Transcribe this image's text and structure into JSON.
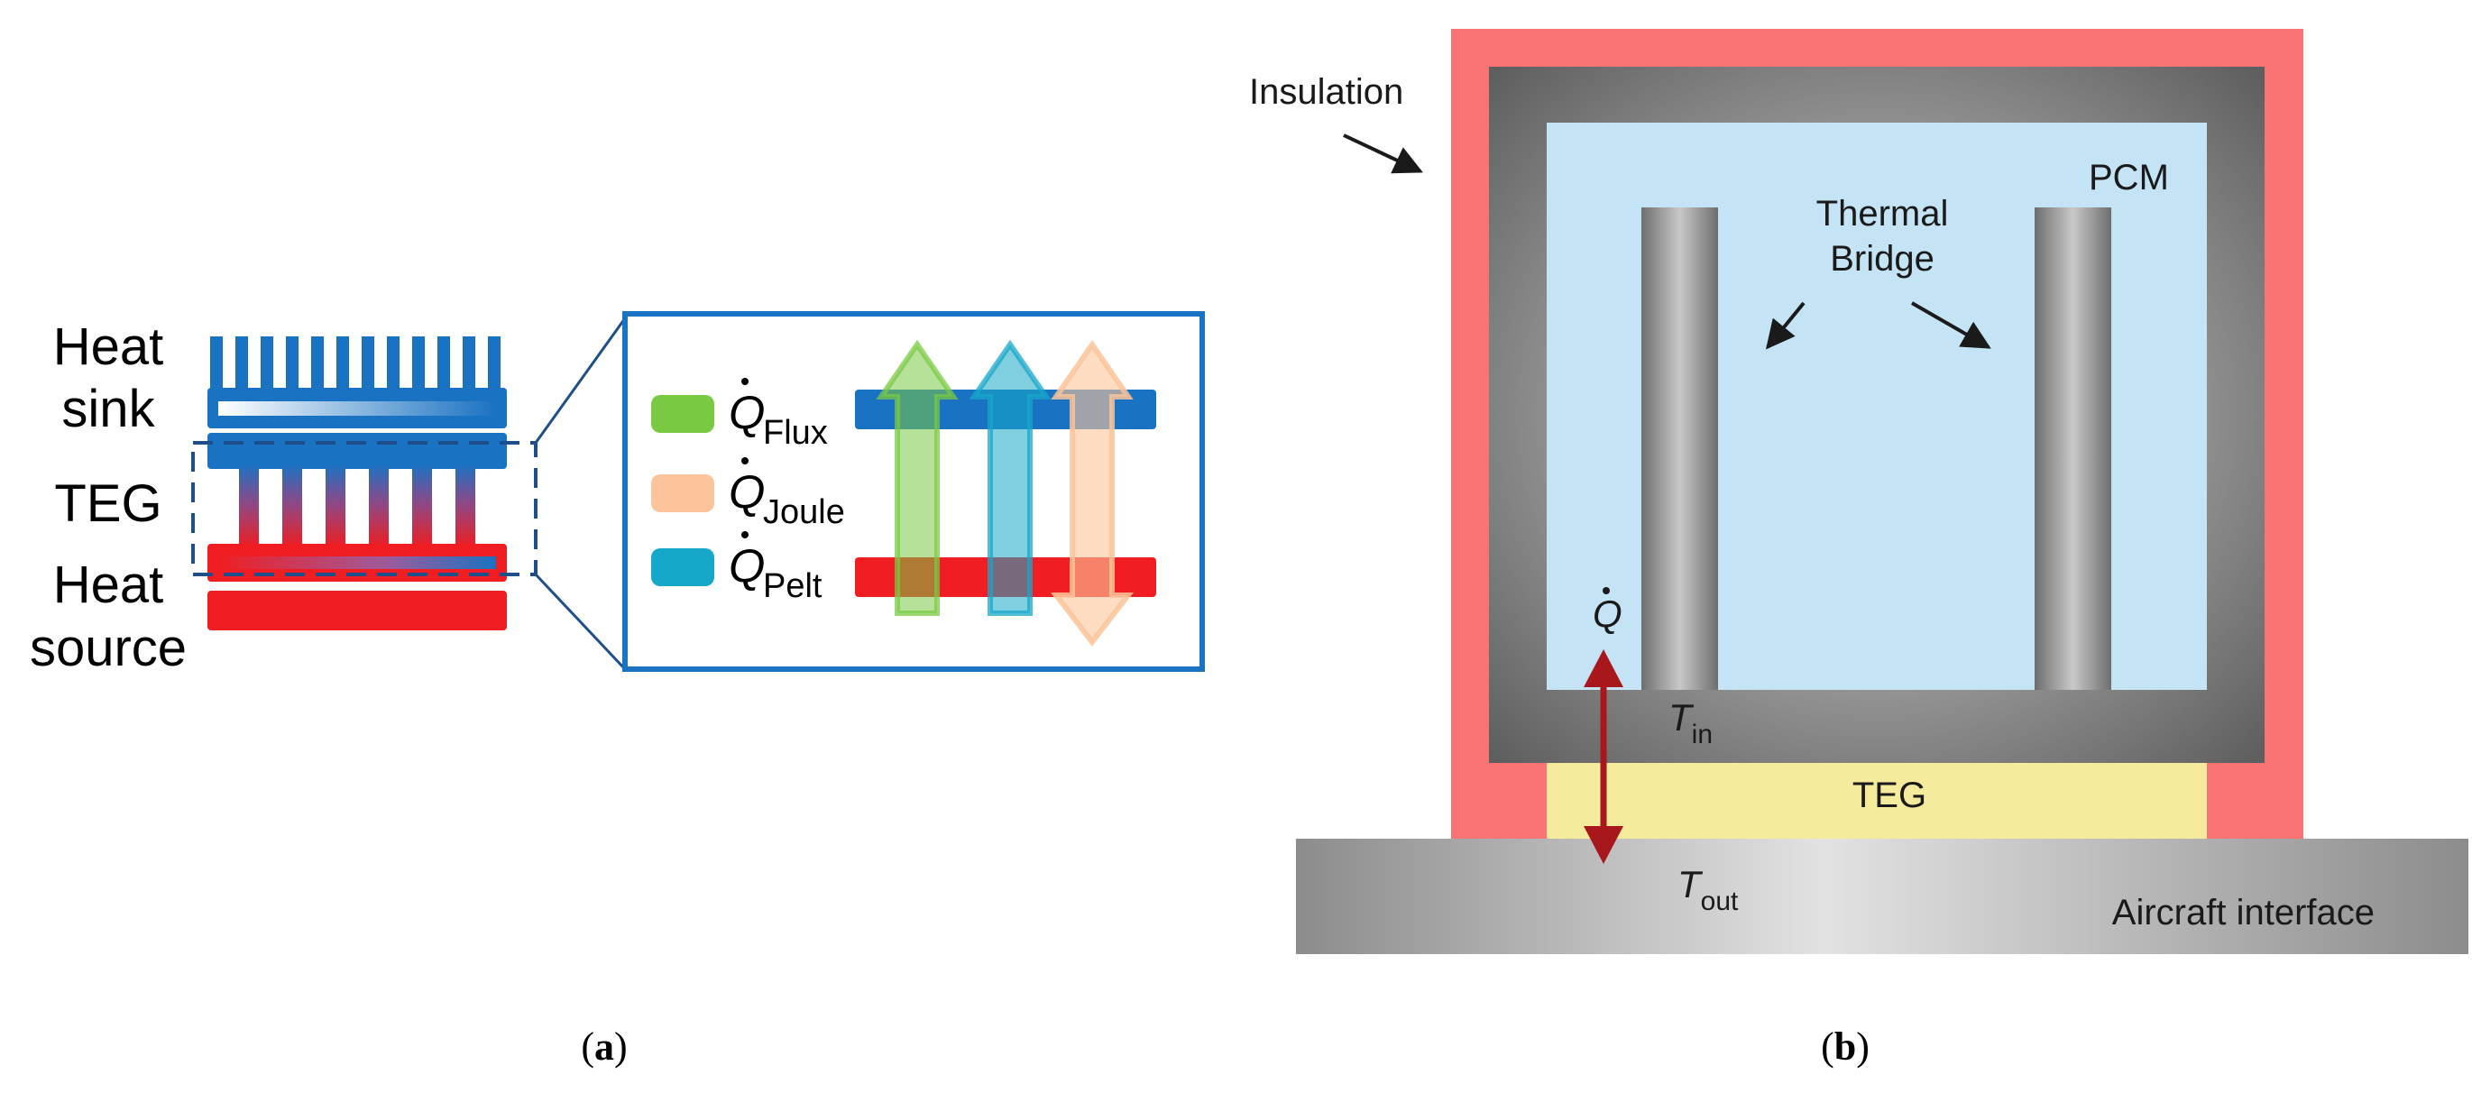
{
  "panel_a": {
    "labels": {
      "heat": "Heat",
      "sink": "sink",
      "teg": "TEG",
      "source": "source"
    },
    "legend": [
      {
        "symbol": "Q",
        "sub": "Flux",
        "color": "#7ac943"
      },
      {
        "symbol": "Q",
        "sub": "Joule",
        "color": "#fbc49a"
      },
      {
        "symbol": "Q",
        "sub": "Pelt",
        "color": "#17a7c9"
      }
    ],
    "colors": {
      "blue": "#1a72c2",
      "red": "#f01e23",
      "frame": "#1a72c2"
    }
  },
  "panel_b": {
    "labels": {
      "insulation": "Insulation",
      "pcm": "PCM",
      "thermal1": "Thermal",
      "thermal2": "Bridge",
      "q": "Q",
      "t_in": "T",
      "t_in_sub": "in",
      "teg": "TEG",
      "t_out": "T",
      "t_out_sub": "out",
      "aircraft": "Aircraft interface"
    },
    "colors": {
      "insulation": "#f97375",
      "pcm": "#c4e3f5",
      "teg": "#f4eb9c",
      "arrow": "#a8171c"
    }
  },
  "captions": {
    "a_open": "(",
    "a_letter": "a",
    "a_close": ")",
    "b_open": "(",
    "b_letter": "b",
    "b_close": ")"
  }
}
